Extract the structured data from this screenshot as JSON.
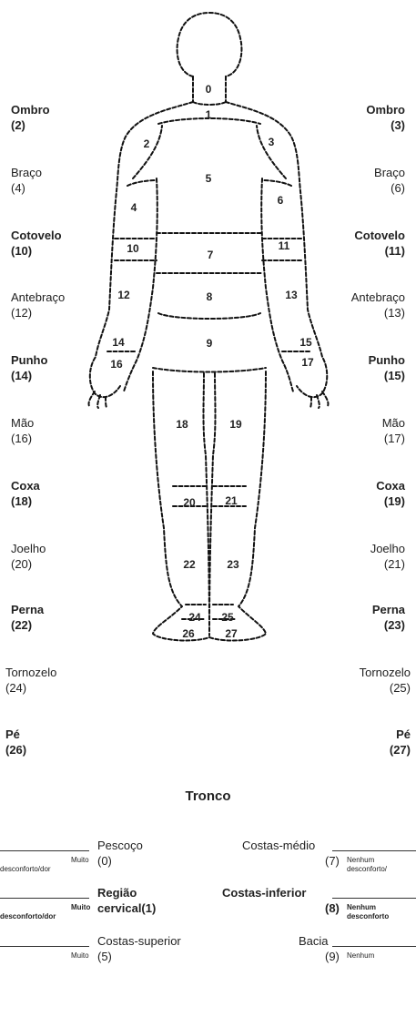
{
  "left_labels": [
    {
      "name": "Ombro",
      "num": "(2)",
      "bold": true
    },
    {
      "name": "Braço",
      "num": "(4)",
      "bold": false
    },
    {
      "name": "Cotovelo",
      "num": "(10)",
      "bold": true
    },
    {
      "name": "Antebraço",
      "num": "(12)",
      "bold": false
    },
    {
      "name": "Punho",
      "num": "(14)",
      "bold": true
    },
    {
      "name": "Mão",
      "num": "(16)",
      "bold": false
    },
    {
      "name": "Coxa",
      "num": "(18)",
      "bold": true
    },
    {
      "name": "Joelho",
      "num": "(20)",
      "bold": false
    },
    {
      "name": "Perna",
      "num": "(22)",
      "bold": true
    },
    {
      "name": "Tornozelo",
      "num": "(24)",
      "bold": false
    },
    {
      "name": "Pé",
      "num": "(26)",
      "bold": true
    }
  ],
  "right_labels": [
    {
      "name": "Ombro",
      "num": "(3)",
      "bold": true
    },
    {
      "name": "Braço",
      "num": "(6)",
      "bold": false
    },
    {
      "name": "Cotovelo",
      "num": "(11)",
      "bold": true
    },
    {
      "name": "Antebraço",
      "num": "(13)",
      "bold": false
    },
    {
      "name": "Punho",
      "num": "(15)",
      "bold": true
    },
    {
      "name": "Mão",
      "num": "(17)",
      "bold": false
    },
    {
      "name": "Coxa",
      "num": "(19)",
      "bold": true
    },
    {
      "name": "Joelho",
      "num": "(21)",
      "bold": false
    },
    {
      "name": "Perna",
      "num": "(23)",
      "bold": true
    },
    {
      "name": "Tornozelo",
      "num": "(25)",
      "bold": false
    },
    {
      "name": "Pé",
      "num": "(27)",
      "bold": true
    }
  ],
  "region_numbers": [
    "0",
    "1",
    "2",
    "3",
    "4",
    "5",
    "6",
    "7",
    "8",
    "9",
    "10",
    "11",
    "12",
    "13",
    "14",
    "15",
    "16",
    "17",
    "18",
    "19",
    "20",
    "21",
    "22",
    "23",
    "24",
    "25",
    "26",
    "27"
  ],
  "section_title": "Tronco",
  "rows": [
    {
      "left_name": "Pescoço",
      "left_num": "(0)",
      "left_scale": [
        "Muito",
        "desconforto/dor"
      ],
      "right_name": "Costas-médio",
      "right_num": "(7)",
      "right_scale": [
        "Nenhum",
        "desconforto/"
      ],
      "bold": false
    },
    {
      "left_name": "Região",
      "left_name2": "cervical(1)",
      "left_scale": [
        "Muito",
        "desconforto/dor"
      ],
      "right_name": "Costas-inferior",
      "right_num": "(8)",
      "right_scale": [
        "Nenhum",
        "desconforto"
      ],
      "bold": true
    },
    {
      "left_name": "Costas-superior",
      "left_num": "(5)",
      "left_scale": [
        "Muito"
      ],
      "right_name": "Bacia",
      "right_num": "(9)",
      "right_scale": [
        "Nenhum"
      ],
      "bold": false
    }
  ]
}
